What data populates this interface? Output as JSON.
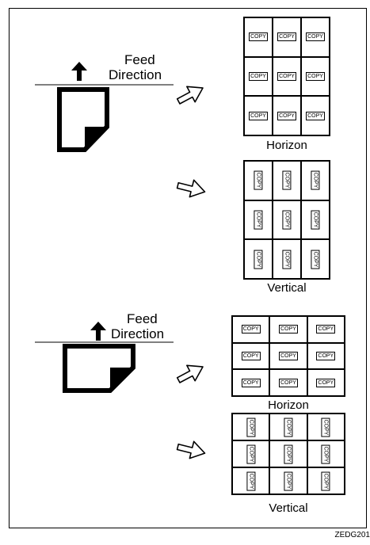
{
  "sections": [
    {
      "feed_line1": "Feed",
      "feed_line2": "Direction",
      "grids": [
        {
          "caption": "Horizon",
          "cell_label": "COPY",
          "orientation": "horizontal"
        },
        {
          "caption": "Vertical",
          "cell_label": "COPY",
          "orientation": "vertical"
        }
      ]
    },
    {
      "feed_line1": "Feed",
      "feed_line2": "Direction",
      "grids": [
        {
          "caption": "Horizon",
          "cell_label": "COPY",
          "orientation": "horizontal"
        },
        {
          "caption": "Vertical",
          "cell_label": "COPY",
          "orientation": "vertical"
        }
      ]
    }
  ],
  "figure_code": "ZEDG201"
}
